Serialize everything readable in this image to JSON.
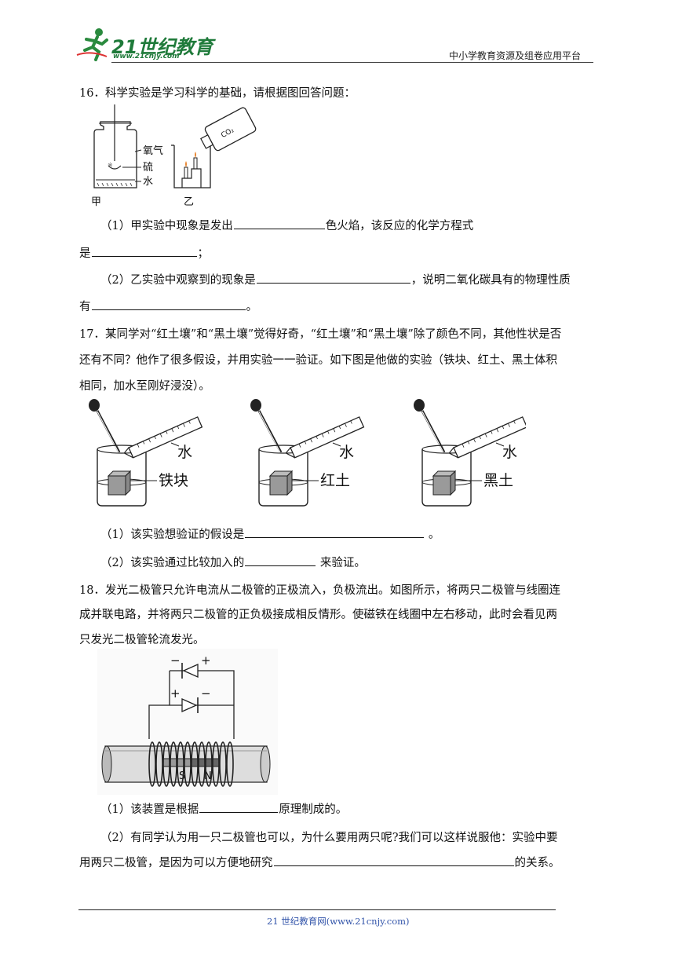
{
  "header": {
    "logo_text": "21世纪教育",
    "logo_url_text": "www.21cnjy.com",
    "right_text": "中小学教育资源及组卷应用平台"
  },
  "q16": {
    "stem": "16．科学实验是学习科学的基础，请根据图回答问题：",
    "fig_labels": {
      "oxygen": "氧气",
      "sulfur": "硫",
      "water": "水",
      "jia": "甲",
      "yi": "乙",
      "co2": "CO₂"
    },
    "p1_a": "（1）甲实验中现象是发出",
    "p1_b": "色火焰，该反应的化学方程式",
    "p1_c": "是",
    "p1_d": "；",
    "p2_a": "（2）乙实验中观察到的现象是",
    "p2_b": "，说明二氧化碳具有的物理性质",
    "p2_c": "有",
    "p2_d": "。"
  },
  "q17": {
    "line1": "17．某同学对“红土壤”和“黑土壤”觉得好奇，“红土壤”和“黑土壤”除了颜色不同，其他性状是否",
    "line2": "还有不同？他作了很多假设，并用实验一一验证。如下图是他做的实验（铁块、红土、黑土体积",
    "line3": "相同，加水至刚好浸没）。",
    "fig_labels": {
      "water": "水",
      "iron": "铁块",
      "red": "红土",
      "black": "黑土"
    },
    "p1_a": "（1）该实验想验证的假设是",
    "p1_b": " 。",
    "p2_a": "（2）该实验通过比较加入的",
    "p2_b": " 来验证。"
  },
  "q18": {
    "line1": "18．发光二极管只允许电流从二极管的正极流入，负极流出。如图所示，将两只二极管与线圈连",
    "line2": "成并联电路，并将两只二极管的正负极接成相反情形。使磁铁在线圈中左右移动，此时会看见两",
    "line3": "只发光二极管轮流发光。",
    "fig_labels": {
      "plus": "+",
      "minus": "−",
      "s": "S",
      "n": "N"
    },
    "p1_a": "（1）该装置是根据",
    "p1_b": "原理制成的。",
    "p2_line1": "（2）有同学认为用一只二极管也可以，为什么要用两只呢?我们可以这样说服他：实验中要",
    "p2_a": "用两只二极管，是因为可以方便地研究",
    "p2_b": "的关系。"
  },
  "footer": {
    "text": "21 世纪教育网(www.21cnjy.com)"
  }
}
